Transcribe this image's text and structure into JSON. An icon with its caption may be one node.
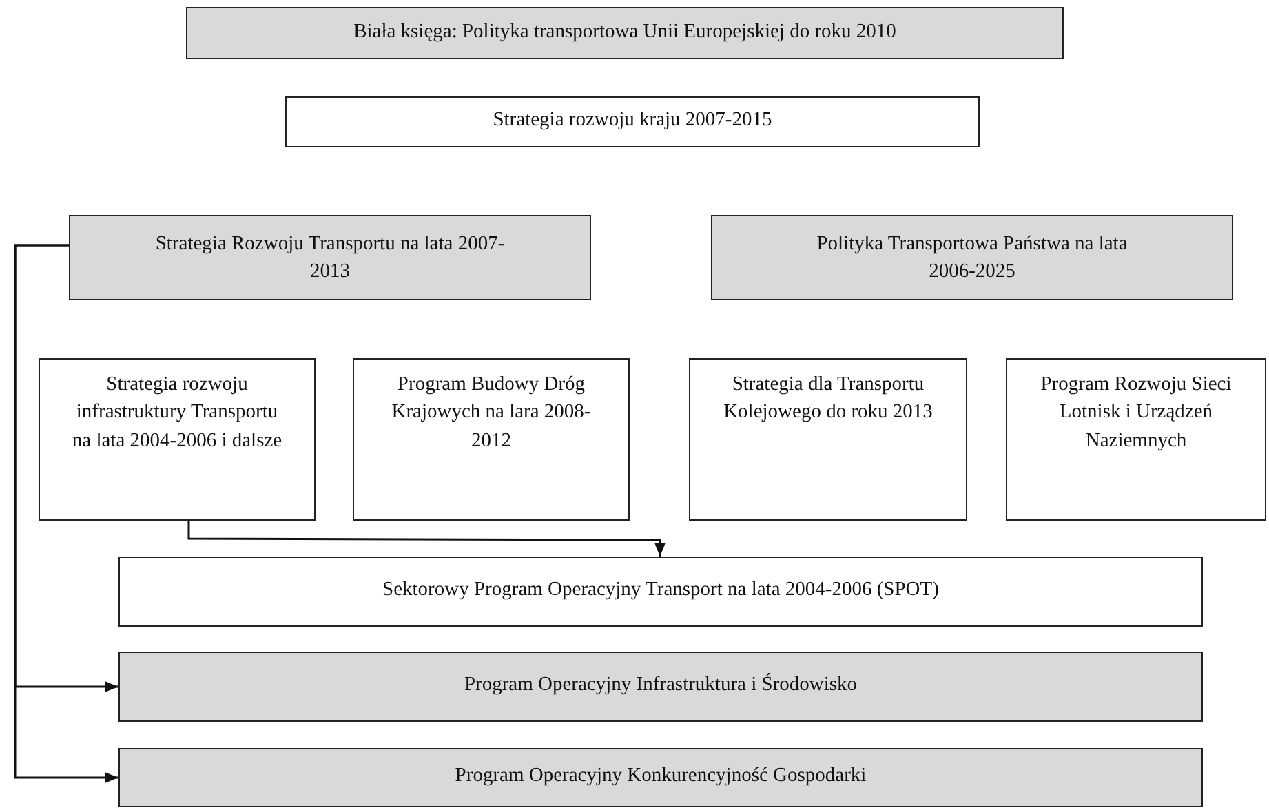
{
  "diagram": {
    "nodes": [
      {
        "text": [
          "Biała księga: Polityka transportowa Unii Europejskiej do roku 2010"
        ]
      },
      {
        "text": [
          "Strategia rozwoju kraju 2007-2015"
        ]
      },
      {
        "text": [
          "Strategia Rozwoju Transportu na lata 2007-2013"
        ]
      },
      {
        "text": [
          "Polityka Transportowa Państwa na lata 2006-2025"
        ]
      },
      {
        "text": [
          "Strategia rozwoju infrastruktury Transportu na lata 2004-2006 i dalsze"
        ]
      },
      {
        "text": [
          "Program Budowy Dróg Krajowych na lara 2008-2012"
        ]
      },
      {
        "text": [
          "Strategia dla Transportu Kolejowego do roku 2013"
        ]
      },
      {
        "text": [
          "Program Rozwoju Sieci Lotnisk i Urządzeń Naziemnych"
        ]
      },
      {
        "text": [
          "Sektorowy Program Operacyjny Transport na lata 2004-2006 (SPOT)"
        ]
      },
      {
        "text": [
          "Program Operacyjny Infrastruktura i Środowisko"
        ]
      },
      {
        "text": [
          "Program Operacyjny Konkurencyjność Gospodarki"
        ]
      }
    ],
    "edges": [
      {
        "from": 2,
        "to": 9,
        "arrow": "to"
      },
      {
        "from": 2,
        "to": 10,
        "arrow": "to"
      },
      {
        "from": 4,
        "to": 8,
        "arrow": "to"
      }
    ]
  }
}
